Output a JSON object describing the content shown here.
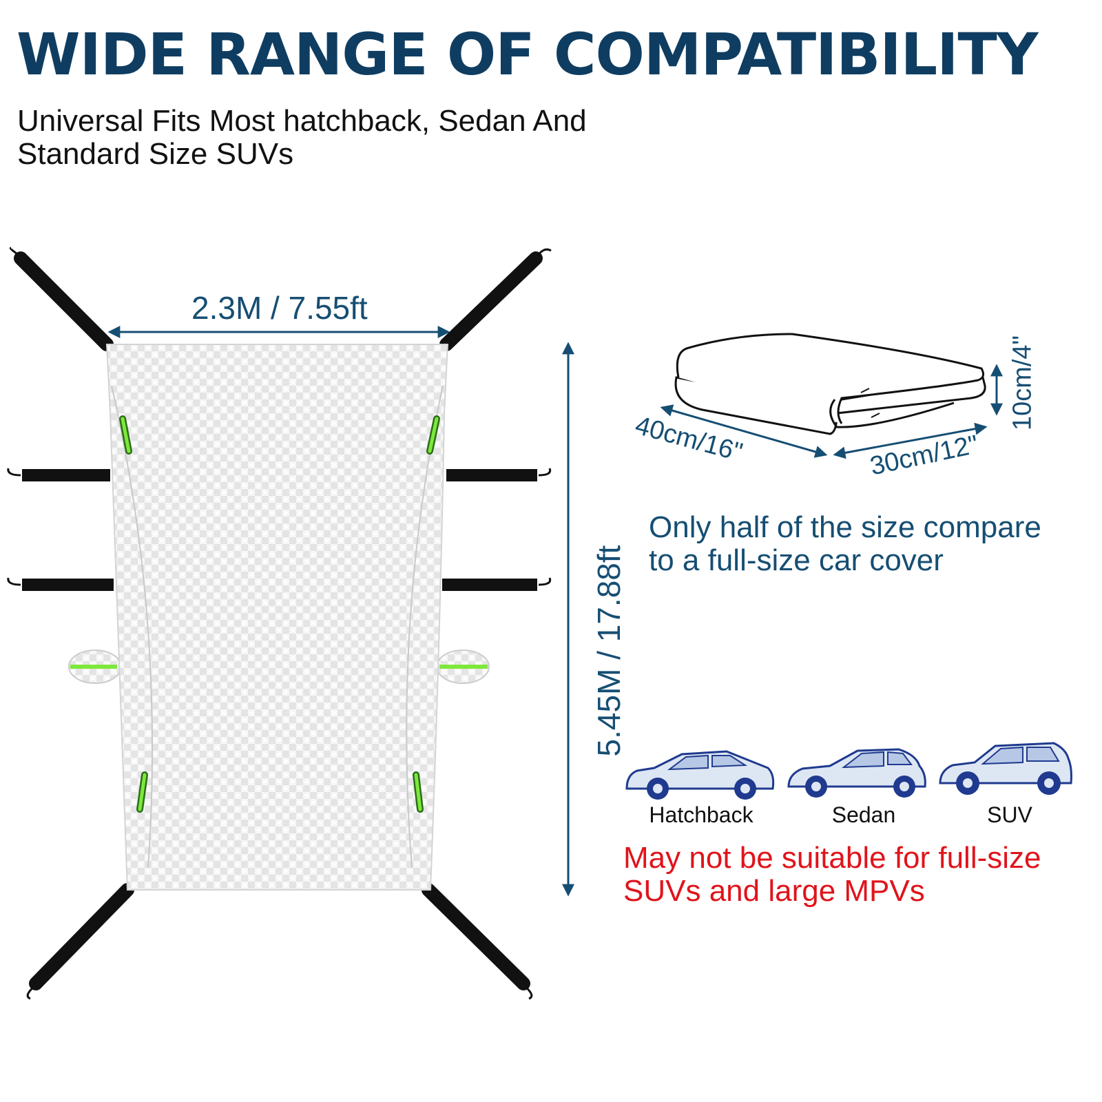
{
  "headline": "WIDE RANGE OF COMPATIBILITY",
  "subheadline": {
    "line1": "Universal Fits Most hatchback, Sedan And",
    "line2": "Standard Size SUVs"
  },
  "dimensions": {
    "width": "2.3M / 7.55ft",
    "length": "5.45M / 17.88ft"
  },
  "package": {
    "length": "40cm/16\"",
    "width": "30cm/12\"",
    "height": "10cm/4\"",
    "note_line1": "Only half of the size compare",
    "note_line2": "to a full-size car cover"
  },
  "vehicles": {
    "hatchback": "Hatchback",
    "sedan": "Sedan",
    "suv": "SUV"
  },
  "warning": {
    "line1": "May not be suitable for full-size",
    "line2": "SUVs and large MPVs"
  },
  "colors": {
    "headline": "#0f3d61",
    "dimension": "#164e73",
    "warning": "#e0141b",
    "reflective_strip": "#7ee83a",
    "strap": "#111111",
    "car_body": "#dde6f3",
    "car_outline": "#1f3a8f"
  }
}
